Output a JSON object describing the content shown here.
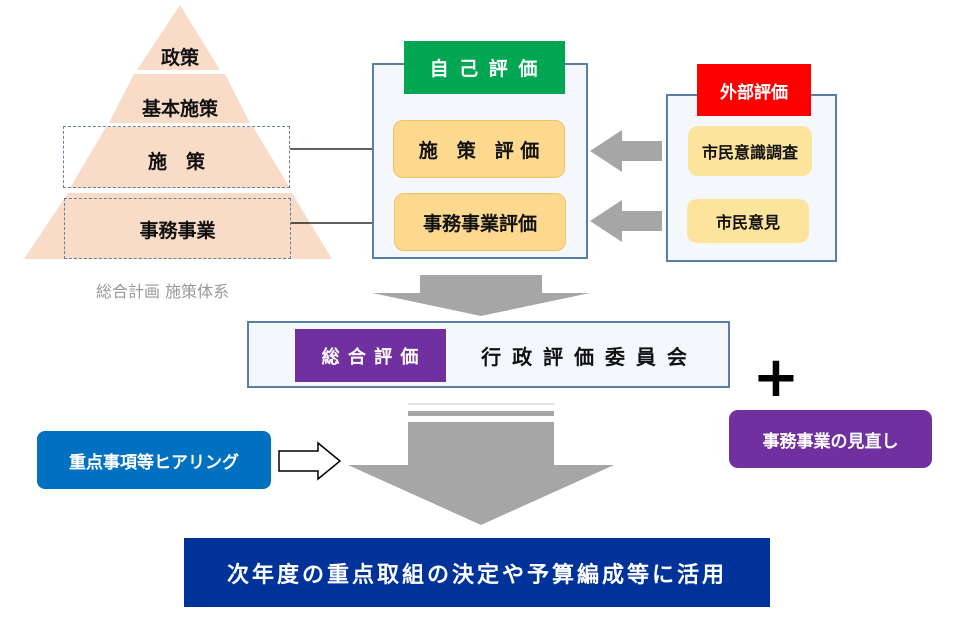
{
  "pyramid": {
    "levels": [
      "政策",
      "基本施策",
      "施　策",
      "事務事業"
    ],
    "caption": "総合計画 施策体系",
    "fill": "#f9dcc8"
  },
  "self_eval": {
    "title": "自 己 評 価",
    "title_color": "#00a651",
    "items": [
      "施　策　評 価",
      "事務事業評価"
    ]
  },
  "external_eval": {
    "title": "外部評価",
    "title_color": "#ff0000",
    "items": [
      "市民意識調査",
      "市民意見"
    ]
  },
  "overall_eval": {
    "tag": "総 合 評 価",
    "tag_color": "#7030a0",
    "body": "行 政 評 価 委 員 会"
  },
  "plus_symbol": "+",
  "review": {
    "label": "事務事業の見直し",
    "color": "#7030a0"
  },
  "hearing": {
    "label": "重点事項等ヒアリング",
    "color": "#0070c0"
  },
  "result": {
    "label": "次年度の重点取組の決定や予算編成等に活用",
    "color": "#003399"
  },
  "colors": {
    "arrow_gray": "#a6a6a6",
    "panel_border": "#5a7ea6"
  }
}
